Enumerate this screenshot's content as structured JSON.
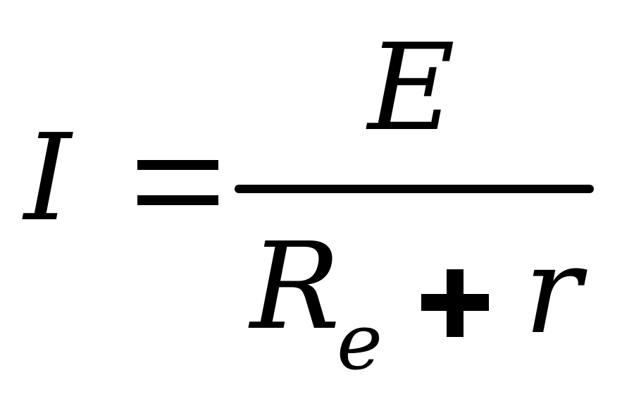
{
  "formula": {
    "lhs": "I",
    "operator": "=",
    "numerator": "E",
    "denominator": {
      "term1": "R",
      "term1_subscript": "e",
      "operator": "+",
      "term2": "r"
    }
  }
}
